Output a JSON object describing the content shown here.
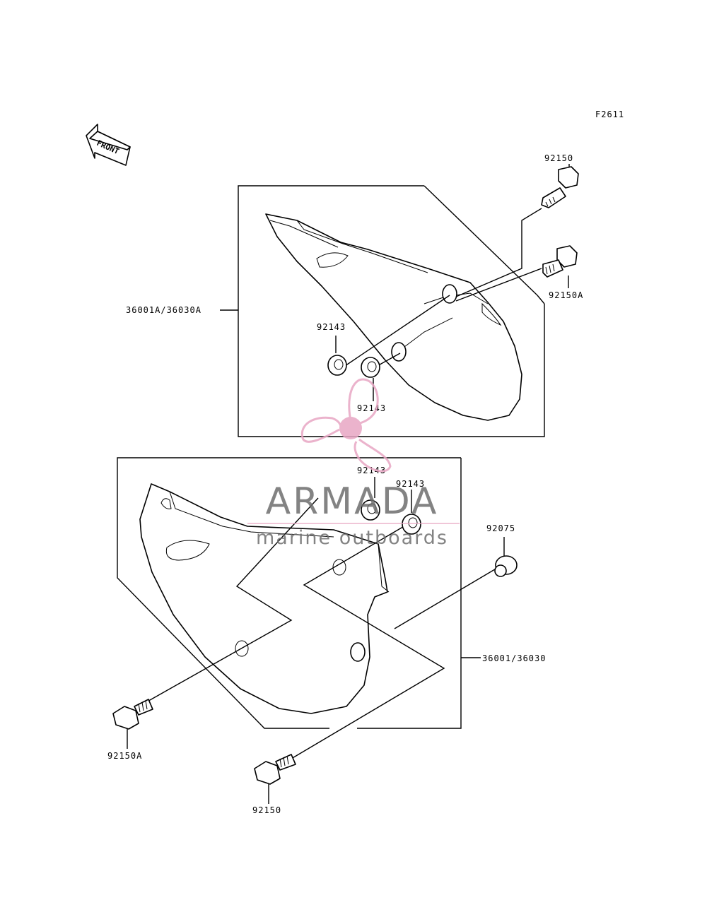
{
  "figure_code": "F2611",
  "front_label": "FRONT",
  "labels": {
    "bolt_top": "92150",
    "bolt_top_a": "92150A",
    "cover_upper": "36001A/36030A",
    "grommet_upper_left": "92143",
    "grommet_upper_bottom": "92143",
    "grommet_lower_left": "92143",
    "grommet_lower_right": "92143",
    "damper": "92075",
    "cover_lower": "36001/36030",
    "bolt_bottom_a": "92150A",
    "bolt_bottom": "92150"
  },
  "watermark": {
    "brand": "ARMADA",
    "tagline": "marine outboards",
    "accent_color": "#e8a6c4",
    "text_color": "#6e6e6e"
  }
}
